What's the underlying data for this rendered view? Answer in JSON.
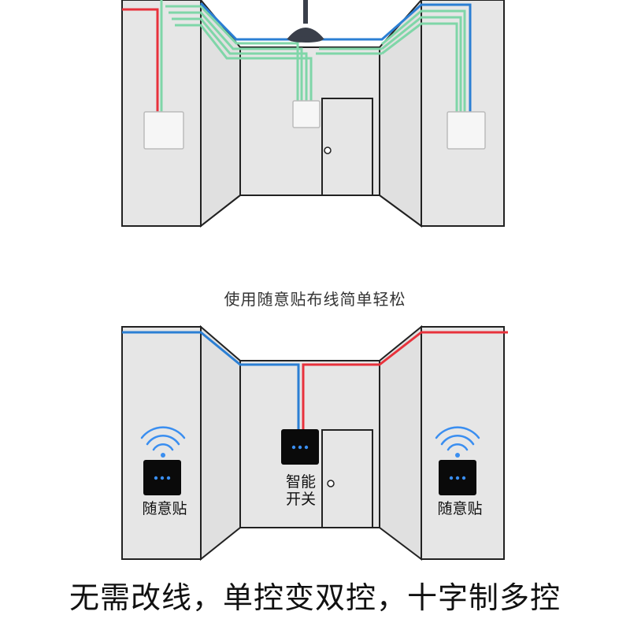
{
  "captions": {
    "middle": "使用随意贴布线简单轻松",
    "bottom": "无需改线，单控变双控，十字制多控"
  },
  "labels": {
    "left_panel": "随意贴",
    "center_line1": "智能",
    "center_line2": "开关",
    "right_panel": "随意贴"
  },
  "colors": {
    "wire_live": "#e8323c",
    "wire_neutral": "#2b7fd4",
    "wire_control": "#7fd6a8",
    "wall_fill": "#e6e6e6",
    "outline": "#222222",
    "switch_black": "#0a0a0a",
    "indicator_blue": "#3a8ef0",
    "wifi_blue": "#3a8ef0"
  },
  "icons": {
    "ceiling_light": "pendant-lamp-icon",
    "wifi": "wifi-icon",
    "door_knob": "door-knob-icon"
  }
}
